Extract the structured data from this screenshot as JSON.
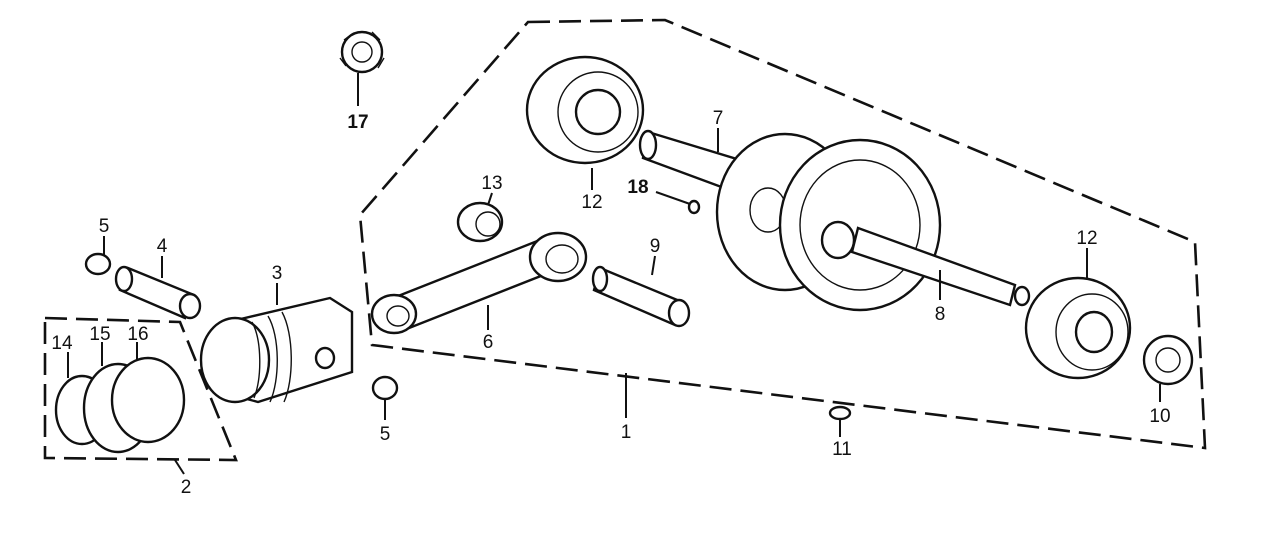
{
  "callouts": {
    "c1": "1",
    "c2": "2",
    "c3": "3",
    "c4": "4",
    "c5a": "5",
    "c5b": "5",
    "c6": "6",
    "c7": "7",
    "c8": "8",
    "c9": "9",
    "c10": "10",
    "c11": "11",
    "c12a": "12",
    "c12b": "12",
    "c13": "13",
    "c14": "14",
    "c15": "15",
    "c16": "16",
    "c17": "17",
    "c18": "18"
  }
}
